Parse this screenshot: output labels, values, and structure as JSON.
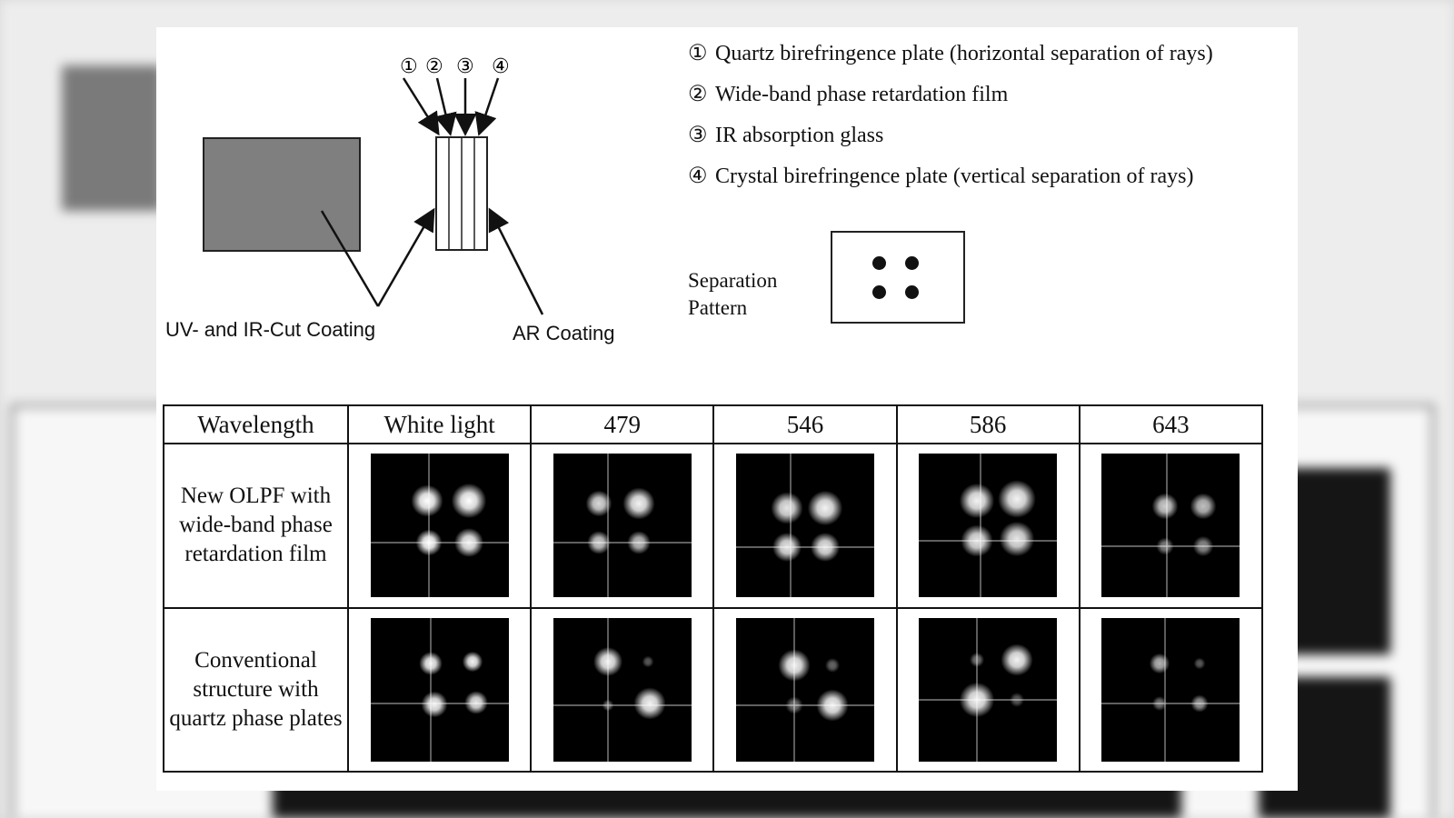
{
  "legend": [
    {
      "num": "①",
      "text": "Quartz birefringence plate (horizontal separation of rays)"
    },
    {
      "num": "②",
      "text": "Wide-band phase retardation film"
    },
    {
      "num": "③",
      "text": "IR absorption glass"
    },
    {
      "num": "④",
      "text": "Crystal birefringence plate (vertical separation of rays)"
    }
  ],
  "layer_numbers": [
    "①",
    "②",
    "③",
    "④"
  ],
  "coating_labels": {
    "uv_ir": "UV- and IR-Cut Coating",
    "ar": "AR Coating"
  },
  "separation_label": "Separation Pattern",
  "table": {
    "header_label": "Wavelength",
    "columns": [
      "White light",
      "479",
      "546",
      "586",
      "643"
    ],
    "rows": [
      {
        "label": "New OLPF with wide-band phase retardation film"
      },
      {
        "label": "Conventional structure with quartz phase plates"
      }
    ]
  },
  "colors": {
    "sensor_fill": "#7f7f7f",
    "psf_background": "#000000",
    "psf_spot": "#ffffff"
  }
}
